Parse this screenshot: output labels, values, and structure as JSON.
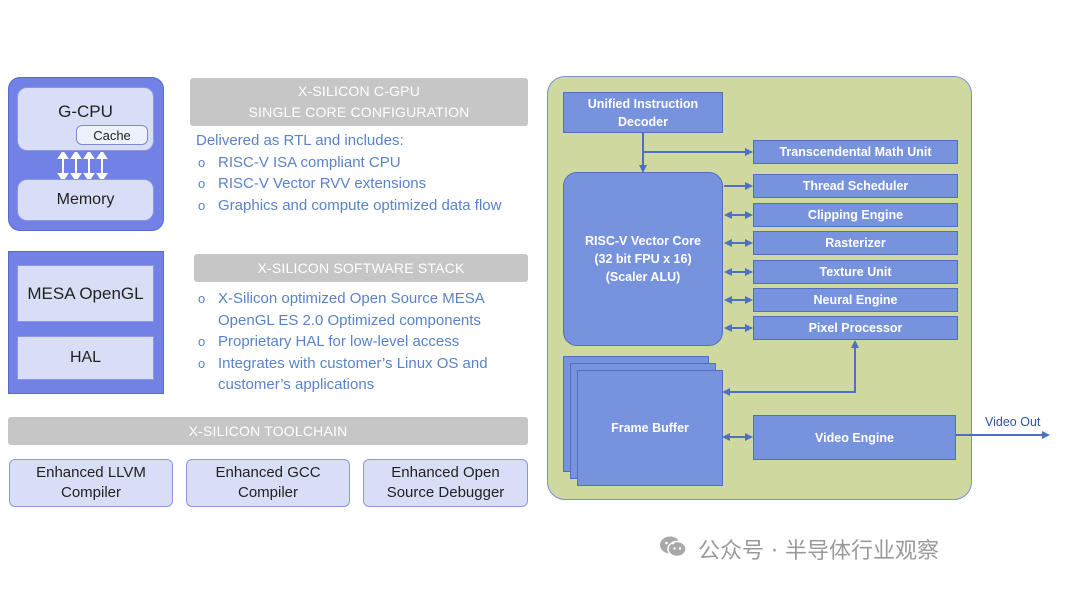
{
  "left": {
    "gcpu": {
      "title": "G-CPU",
      "cache": "Cache",
      "memory": "Memory"
    },
    "software": {
      "mesa": "MESA OpenGL",
      "hal": "HAL"
    },
    "tools": [
      {
        "line1": "Enhanced LLVM",
        "line2": "Compiler"
      },
      {
        "line1": "Enhanced GCC",
        "line2": "Compiler"
      },
      {
        "line1": "Enhanced Open",
        "line2": "Source Debugger"
      }
    ]
  },
  "middle": {
    "config_header": {
      "line1": "X-SILICON C-GPU",
      "line2": "SINGLE CORE CONFIGURATION"
    },
    "config_intro": "Delivered as RTL and includes:",
    "config_items": [
      "RISC-V ISA compliant CPU",
      "RISC-V Vector RVV extensions",
      "Graphics and compute optimized data flow"
    ],
    "stack_header": "X-SILICON SOFTWARE STACK",
    "stack_items": [
      {
        "line1": "X-Silicon optimized Open Source MESA",
        "line2": "OpenGL ES 2.0 Optimized components"
      },
      {
        "line1": "Proprietary HAL for low-level access",
        "line2": ""
      },
      {
        "line1": "Integrates with customer’s Linux OS and",
        "line2": "customer’s applications"
      }
    ],
    "toolchain_header": "X-SILICON TOOLCHAIN",
    "bullet": "o"
  },
  "diagram": {
    "decoder": {
      "line1": "Unified Instruction",
      "line2": "Decoder"
    },
    "transcendental": "Transcendental Math Unit",
    "core": {
      "line1": "RISC-V Vector Core",
      "line2": "(32 bit FPU x 16)",
      "line3": "(Scaler ALU)"
    },
    "units": [
      "Thread Scheduler",
      "Clipping Engine",
      "Rasterizer",
      "Texture Unit",
      "Neural Engine",
      "Pixel Processor"
    ],
    "frame_buffer": "Frame Buffer",
    "video_engine": "Video Engine",
    "video_out": "Video Out"
  },
  "watermark": "公众号 · 半导体行业观察",
  "colors": {
    "panel_fill": "#cfd99f",
    "block_fill": "#7793dd",
    "left_fill": "#7281e6",
    "light_box": "#d9def7",
    "header_bar": "#c6c6c6",
    "text_blue": "#5a83c7",
    "arrow": "#4f6fbf"
  }
}
